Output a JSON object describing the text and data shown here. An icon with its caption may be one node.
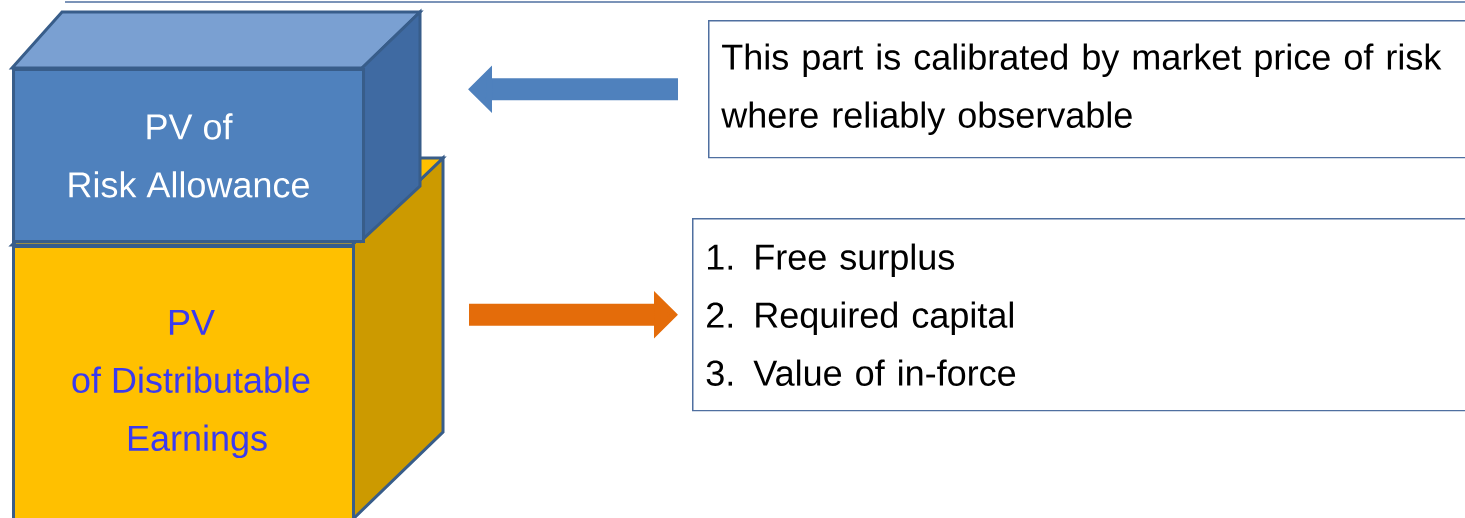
{
  "diagram": {
    "nodes": [
      {
        "text": [
          "PV of Risk Allowance"
        ]
      },
      {
        "text": [
          "PV of Distributable Earnings"
        ]
      },
      {
        "text": [
          "This part is calibrated by market price of risk where reliably observable"
        ]
      },
      {
        "text": [
          "1. Free surplus",
          "2. Required capital",
          "3. Value of in-force"
        ]
      }
    ],
    "edges": [
      {
        "from": 2,
        "to": 0,
        "arrow": "to",
        "color": "#4f81bd"
      },
      {
        "from": 1,
        "to": 3,
        "arrow": "to",
        "color": "#e46c0a"
      }
    ]
  }
}
